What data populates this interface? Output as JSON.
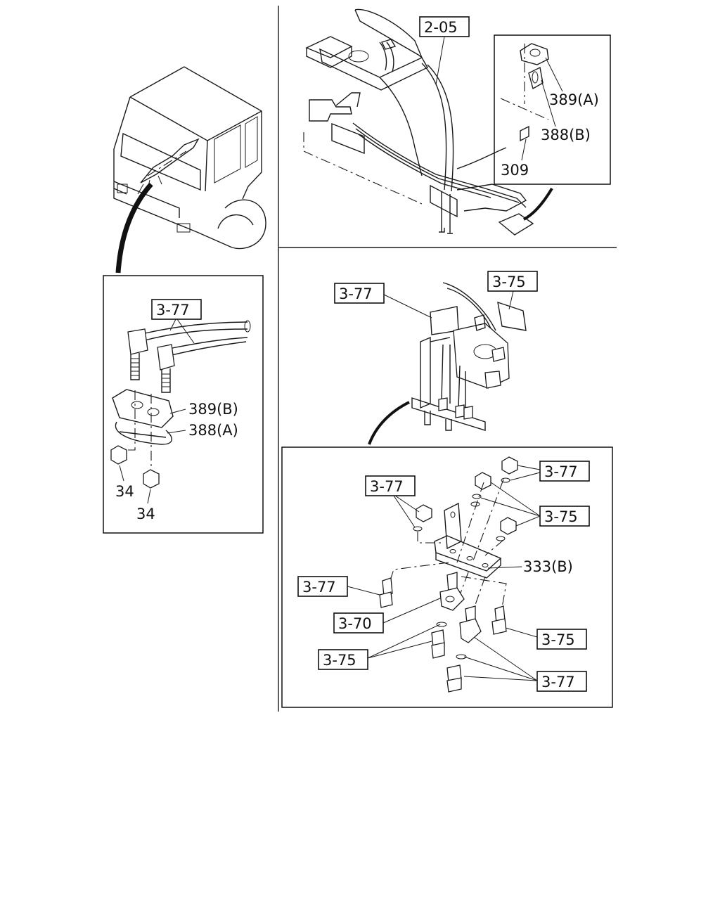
{
  "callouts": {
    "ref_205": "2-05",
    "p389a": "389(A)",
    "p388b": "388(B)",
    "p309": "309",
    "left_377": "3-77",
    "p389b": "389(B)",
    "p388a": "388(A)",
    "p34_a": "34",
    "p34_b": "34",
    "valve_377": "3-77",
    "valve_375": "3-75",
    "d_377_top": "3-77",
    "d_377_left": "3-77",
    "d_375_right": "3-75",
    "p333b": "333(B)",
    "d_377_mid": "3-77",
    "d_370": "3-70",
    "d_375_low": "3-75",
    "d_375_left": "3-75",
    "d_377_bottom": "3-77"
  }
}
